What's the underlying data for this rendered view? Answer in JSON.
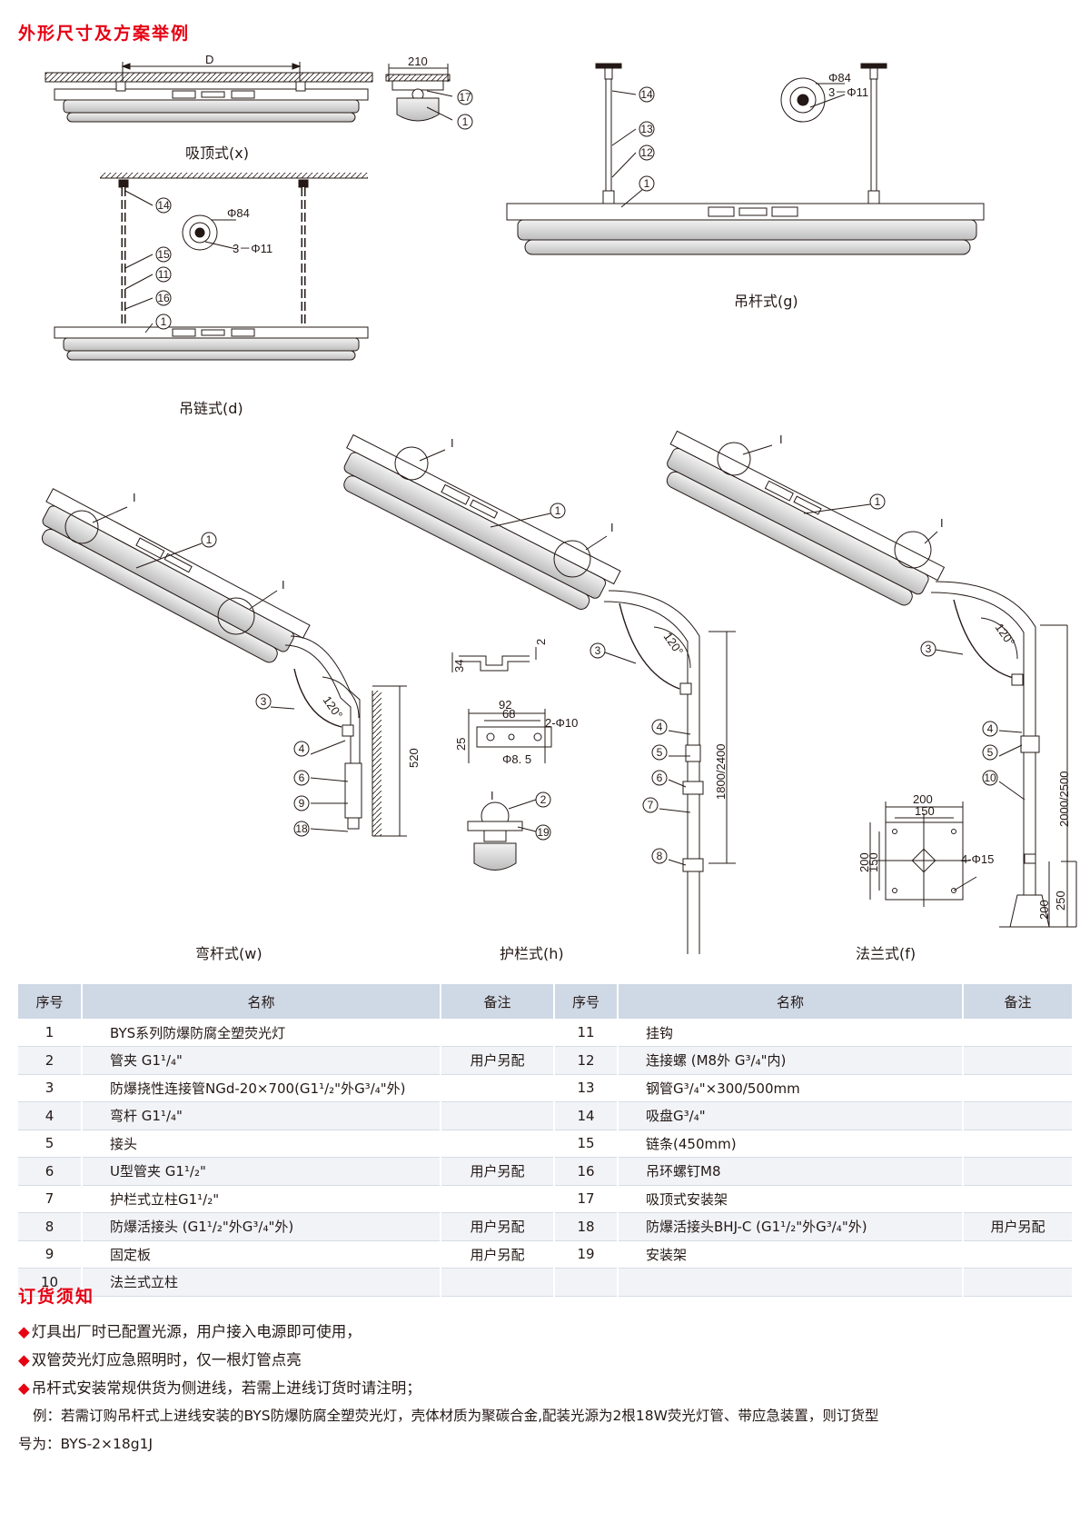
{
  "section_title": "外形尺寸及方案举例",
  "captions": {
    "ceiling": "吸顶式(x)",
    "chain": "吊链式(d)",
    "rod": "吊杆式(g)",
    "bent": "弯杆式(w)",
    "rail": "护栏式(h)",
    "flange": "法兰式(f)"
  },
  "dims": {
    "D": "D",
    "w210": "210",
    "phi84": "Φ84",
    "phi11": "3－Φ11",
    "deg120": "120°",
    "d520": "520",
    "d34": "34",
    "d2": "2",
    "d92": "92",
    "d68": "68",
    "phi10": "2-Φ10",
    "d25": "25",
    "phi85": "Φ8. 5",
    "I": "I",
    "d1800": "1800/2400",
    "d2000": "2000/2500",
    "d200a": "200",
    "d150a": "150",
    "d200b": "200",
    "d150b": "150",
    "phi15": "4-Φ15",
    "d200c": "200",
    "d250": "250"
  },
  "callouts": {
    "n1": "1",
    "n2": "2",
    "n3": "3",
    "n4": "4",
    "n5": "5",
    "n6": "6",
    "n7": "7",
    "n8": "8",
    "n9": "9",
    "n10": "10",
    "n11": "11",
    "n12": "12",
    "n13": "13",
    "n14": "14",
    "n15": "15",
    "n16": "16",
    "n17": "17",
    "n18": "18",
    "n19": "19"
  },
  "table": {
    "headers": [
      "序号",
      "名称",
      "备注",
      "序号",
      "名称",
      "备注"
    ],
    "rows": [
      [
        "1",
        "BYS系列防爆防腐全塑荧光灯",
        "",
        "11",
        "挂钩",
        ""
      ],
      [
        "2",
        "管夹 G1¹/₄\"",
        "用户另配",
        "12",
        "连接螺 (M8外 G³/₄\"内)",
        ""
      ],
      [
        "3",
        "防爆挠性连接管NGd-20×700(G1¹/₂\"外G³/₄\"外)",
        "",
        "13",
        "钢管G³/₄\"×300/500mm",
        ""
      ],
      [
        "4",
        "弯杆 G1¹/₄\"",
        "",
        "14",
        "吸盘G³/₄\"",
        ""
      ],
      [
        "5",
        "接头",
        "",
        "15",
        "链条(450mm)",
        ""
      ],
      [
        "6",
        "U型管夹 G1¹/₂\"",
        "用户另配",
        "16",
        "吊环螺钉M8",
        ""
      ],
      [
        "7",
        "护栏式立柱G1¹/₂\"",
        "",
        "17",
        "吸顶式安装架",
        ""
      ],
      [
        "8",
        "防爆活接头 (G1¹/₂\"外G³/₄\"外)",
        "用户另配",
        "18",
        "防爆活接头BHJ-C (G1¹/₂\"外G³/₄\"外)",
        "用户另配"
      ],
      [
        "9",
        "固定板",
        "用户另配",
        "19",
        "安装架",
        ""
      ],
      [
        "10",
        "法兰式立柱",
        "",
        "",
        "",
        ""
      ]
    ]
  },
  "order_title": "订货须知",
  "notes": [
    "灯具出厂时已配置光源，用户接入电源即可使用，",
    "双管荧光灯应急照明时，仅一根灯管点亮",
    "吊杆式安装常规供货为侧进线，若需上进线订货时请注明；"
  ],
  "example_lines": [
    "例：若需订购吊杆式上进线安装的BYS防爆防腐全塑荧光灯，壳体材质为聚碳合金,配装光源为2根18W荧光灯管、带应急装置，则订货型",
    "号为：BYS-2×18g1J"
  ],
  "bullet_glyph": "◆",
  "colors": {
    "accent": "#e60012",
    "header_bg": "#cfd8e5",
    "line": "#231815"
  }
}
